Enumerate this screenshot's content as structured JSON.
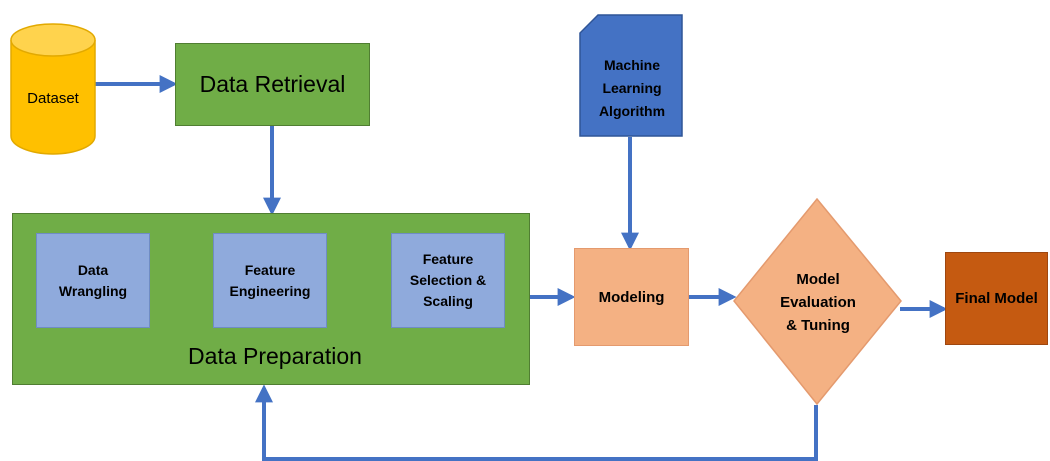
{
  "nodes": {
    "dataset": "Dataset",
    "data_retrieval": "Data Retrieval",
    "ml_algorithm": [
      "Machine",
      "Learning",
      "Algorithm"
    ],
    "data_preparation": "Data Preparation",
    "data_wrangling": [
      "Data",
      "Wrangling"
    ],
    "feature_engineering": [
      "Feature",
      "Engineering"
    ],
    "feature_selection": [
      "Feature",
      "Selection &",
      "Scaling"
    ],
    "modeling": "Modeling",
    "model_evaluation": [
      "Model",
      "Evaluation",
      "& Tuning"
    ],
    "final_model": "Final Model"
  },
  "colors": {
    "dataset_fill": "#ffc000",
    "green": "#70ad47",
    "blue_doc": "#4472c4",
    "blue_sub": "#8faadc",
    "salmon": "#f4b183",
    "final": "#c55a11",
    "arrow": "#4472c4"
  }
}
